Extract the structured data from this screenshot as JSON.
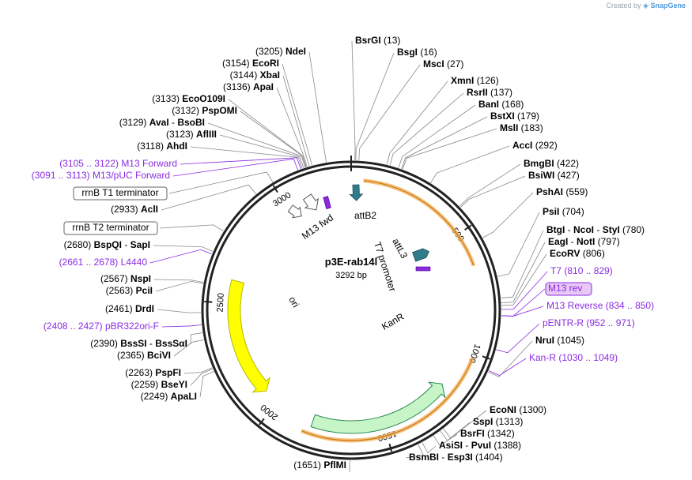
{
  "credit": {
    "prefix": "Created by",
    "brand": "SnapGene"
  },
  "plasmid": {
    "name": "p3E-rab14l",
    "size_label": "3292 bp",
    "length": 3292
  },
  "ticks": [
    {
      "bp": 500,
      "label": "500"
    },
    {
      "bp": 1000,
      "label": "1000"
    },
    {
      "bp": 1500,
      "label": "1500"
    },
    {
      "bp": 2000,
      "label": "2000"
    },
    {
      "bp": 2500,
      "label": "2500"
    },
    {
      "bp": 3000,
      "label": "3000"
    }
  ],
  "features": [
    {
      "name": "attB2",
      "start": 30,
      "end": 55,
      "color": "#2f7c8b",
      "type": "small-arrow"
    },
    {
      "name": "attL3",
      "start": 760,
      "end": 860,
      "color": "#2f7c8b",
      "type": "small-arrow"
    },
    {
      "name": "T7 promoter",
      "start": 830,
      "end": 850,
      "color": "#8a2be2",
      "type": "bar"
    },
    {
      "name": "KanR",
      "start": 1032,
      "end": 1826,
      "color": "#c8f5c8",
      "type": "arrow"
    },
    {
      "name": "ori",
      "start": 2035,
      "end": 2623,
      "color": "#ffff00",
      "type": "arrow"
    },
    {
      "name": "M13 fwd",
      "start": 3105,
      "end": 3122,
      "color": "#ffffff",
      "type": "open-arrow"
    },
    {
      "name": "rrnB T1 terminator",
      "start": 2960,
      "end": 3050,
      "color": "#ffffff",
      "type": "open-arrow"
    }
  ],
  "enzymes_right": [
    {
      "name": "BsrGI",
      "pos": "(13)",
      "bp": 13
    },
    {
      "name": "BsgI",
      "pos": "(16)",
      "bp": 16
    },
    {
      "name": "MscI",
      "pos": "(27)",
      "bp": 27
    },
    {
      "name": "XmnI",
      "pos": "(126)",
      "bp": 126
    },
    {
      "name": "RsrII",
      "pos": "(137)",
      "bp": 137
    },
    {
      "name": "BanI",
      "pos": "(168)",
      "bp": 168
    },
    {
      "name": "BstXI",
      "pos": "(179)",
      "bp": 179
    },
    {
      "name": "MslI",
      "pos": "(183)",
      "bp": 183
    },
    {
      "name": "AccI",
      "pos": "(292)",
      "bp": 292
    },
    {
      "name": "BmgBI",
      "pos": "(422)",
      "bp": 422
    },
    {
      "name": "BsiWI",
      "pos": "(427)",
      "bp": 427
    },
    {
      "name": "PshAI",
      "pos": "(559)",
      "bp": 559
    },
    {
      "name": "PsiI",
      "pos": "(704)",
      "bp": 704
    },
    {
      "name": "BtgI - NcoI - StyI",
      "pos": "(780)",
      "bp": 780
    },
    {
      "name": "EagI - NotI",
      "pos": "(797)",
      "bp": 797
    },
    {
      "name": "EcoRV",
      "pos": "(806)",
      "bp": 806
    },
    {
      "name": "NruI",
      "pos": "(1045)",
      "bp": 1045
    },
    {
      "name": "EcoNI",
      "pos": "(1300)",
      "bp": 1300
    },
    {
      "name": "SspI",
      "pos": "(1313)",
      "bp": 1313
    },
    {
      "name": "BsrFI",
      "pos": "(1342)",
      "bp": 1342
    },
    {
      "name": "AsiSI - PvuI",
      "pos": "(1388)",
      "bp": 1388
    },
    {
      "name": "BsmBI - Esp3I",
      "pos": "(1404)",
      "bp": 1404
    }
  ],
  "enzymes_left": [
    {
      "name": "NdeI",
      "pos": "(3205)",
      "bp": 3205
    },
    {
      "name": "EcoRI",
      "pos": "(3154)",
      "bp": 3154
    },
    {
      "name": "XbaI",
      "pos": "(3144)",
      "bp": 3144
    },
    {
      "name": "ApaI",
      "pos": "(3136)",
      "bp": 3136
    },
    {
      "name": "EcoO109I",
      "pos": "(3133)",
      "bp": 3133
    },
    {
      "name": "PspOMI",
      "pos": "(3132)",
      "bp": 3132
    },
    {
      "name": "AvaI - BsoBI",
      "pos": "(3129)",
      "bp": 3129
    },
    {
      "name": "AflIII",
      "pos": "(3123)",
      "bp": 3123
    },
    {
      "name": "AhdI",
      "pos": "(3118)",
      "bp": 3118
    },
    {
      "name": "AclI",
      "pos": "(2933)",
      "bp": 2933
    },
    {
      "name": "BspQI - SapI",
      "pos": "(2680)",
      "bp": 2680
    },
    {
      "name": "NspI",
      "pos": "(2567)",
      "bp": 2567
    },
    {
      "name": "PciI",
      "pos": "(2563)",
      "bp": 2563
    },
    {
      "name": "DrdI",
      "pos": "(2461)",
      "bp": 2461
    },
    {
      "name": "BssSI - BssSαI",
      "pos": "(2390)",
      "bp": 2390
    },
    {
      "name": "BciVI",
      "pos": "(2365)",
      "bp": 2365
    },
    {
      "name": "PspFI",
      "pos": "(2263)",
      "bp": 2263
    },
    {
      "name": "BseYI",
      "pos": "(2259)",
      "bp": 2259
    },
    {
      "name": "ApaLI",
      "pos": "(2249)",
      "bp": 2249
    },
    {
      "name": "PflMI",
      "pos": "(1651)",
      "bp": 1651
    }
  ],
  "primers_left": [
    {
      "name": "M13 Forward",
      "pos": "(3105 .. 3122)",
      "bp": 3113
    },
    {
      "name": "M13/pUC Forward",
      "pos": "(3091 .. 3113)",
      "bp": 3102
    },
    {
      "name": "L4440",
      "pos": "(2661 .. 2678)",
      "bp": 2670
    },
    {
      "name": "pBR322ori-F",
      "pos": "(2408 .. 2427)",
      "bp": 2418
    }
  ],
  "primers_right": [
    {
      "name": "T7",
      "pos": "(810 .. 829)",
      "bp": 820
    },
    {
      "name": "M13 rev",
      "pos": "",
      "bp": 842
    },
    {
      "name": "M13 Reverse",
      "pos": "(834 .. 850)",
      "bp": 842
    },
    {
      "name": "pENTR-R",
      "pos": "(952 .. 971)",
      "bp": 962
    },
    {
      "name": "Kan-R",
      "pos": "(1030 .. 1049)",
      "bp": 1040
    }
  ],
  "boxed_features": [
    {
      "name": "rrnB T1 terminator",
      "bp": 3005
    },
    {
      "name": "rrnB T2 terminator",
      "bp": 2760
    }
  ]
}
